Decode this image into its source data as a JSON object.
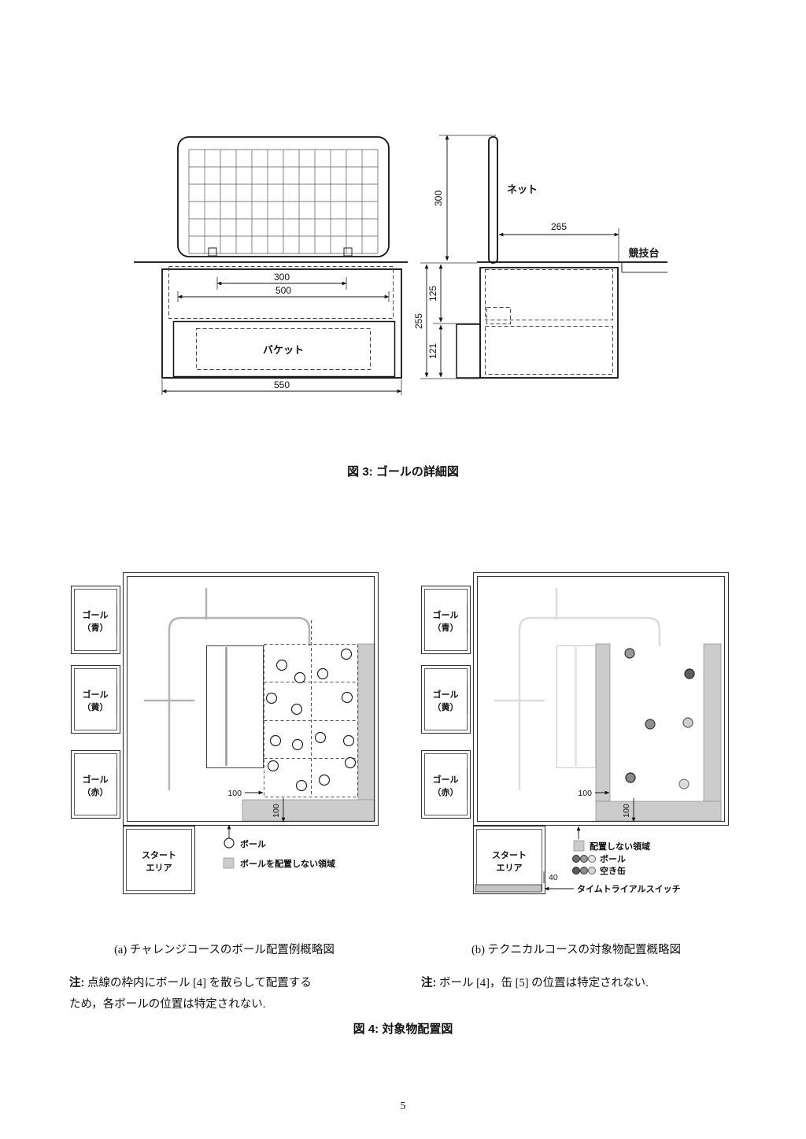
{
  "page": {
    "number": "5"
  },
  "fig3": {
    "caption": "図 3: ゴールの詳細図",
    "net_label": "ネット",
    "platform_label": "競技台",
    "bucket_label": "バケット",
    "dim_width_inner": "300",
    "dim_width_mid": "500",
    "dim_width_outer": "550",
    "dim_net_height": "300",
    "dim_net_depth": "265",
    "dim_upper": "125",
    "dim_lower": "121",
    "dim_total": "255"
  },
  "fig4": {
    "caption": "図 4: 対象物配置図",
    "course_a": {
      "caption": "(a) チャレンジコースのボール配置例概略図",
      "note_prefix": "注:",
      "note_line1": "点線の枠内にボール [4] を散らして配置する",
      "note_line2": "ため，各ボールの位置は特定されない.",
      "goal_blue_line1": "ゴール",
      "goal_blue_line2": "（青）",
      "goal_yellow_line1": "ゴール",
      "goal_yellow_line2": "（黄）",
      "goal_red_line1": "ゴール",
      "goal_red_line2": "（赤）",
      "start_line1": "スタート",
      "start_line2": "エリア",
      "dim_margin_h": "100",
      "dim_margin_v": "100",
      "legend_ball": "ボール",
      "legend_no_ball_area": "ボールを配置しない領域"
    },
    "course_b": {
      "caption": "(b) テクニカルコースの対象物配置概略図",
      "note_prefix": "注:",
      "note_line1": "ボール [4]，缶 [5] の位置は特定されない.",
      "goal_blue_line1": "ゴール",
      "goal_blue_line2": "（青）",
      "goal_yellow_line1": "ゴール",
      "goal_yellow_line2": "（黄）",
      "goal_red_line1": "ゴール",
      "goal_red_line2": "（赤）",
      "start_line1": "スタート",
      "start_line2": "エリア",
      "dim_margin_h": "100",
      "dim_margin_v": "100",
      "dim_switch": "40",
      "legend_no_area": "配置しない領域",
      "legend_ball": "ボール",
      "legend_can": "空き缶",
      "legend_switch": "タイムトライアルスイッチ"
    }
  },
  "colors": {
    "no_place_area": "#cccccc",
    "course_line_a": "#b3b3b3",
    "course_line_b": "#dcdcdc"
  }
}
